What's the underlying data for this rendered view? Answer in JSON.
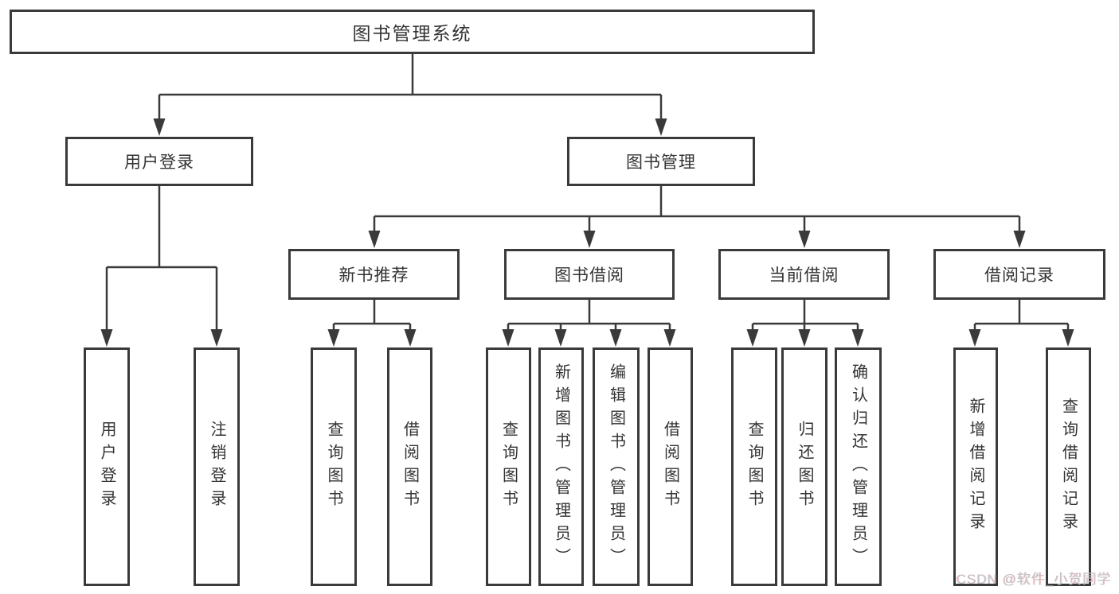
{
  "diagram": {
    "type": "hierarchy-tree",
    "root": {
      "label": "图书管理系统",
      "children": [
        {
          "label": "用户登录",
          "children": [
            {
              "label": "用户登录"
            },
            {
              "label": "注销登录"
            }
          ]
        },
        {
          "label": "图书管理",
          "children": [
            {
              "label": "新书推荐",
              "children": [
                {
                  "label": "查询图书"
                },
                {
                  "label": "借阅图书"
                }
              ]
            },
            {
              "label": "图书借阅",
              "children": [
                {
                  "label": "查询图书"
                },
                {
                  "label": "新增图书（管理员）"
                },
                {
                  "label": "编辑图书（管理员）"
                },
                {
                  "label": "借阅图书"
                }
              ]
            },
            {
              "label": "当前借阅",
              "children": [
                {
                  "label": "查询图书"
                },
                {
                  "label": "归还图书"
                },
                {
                  "label": "确认归还（管理员）"
                }
              ]
            },
            {
              "label": "借阅记录",
              "children": [
                {
                  "label": "新增借阅记录"
                },
                {
                  "label": "查询借阅记录"
                }
              ]
            }
          ]
        }
      ]
    }
  },
  "watermark": {
    "text": "CSDN @软件_小贺同学"
  },
  "colors": {
    "line": "#3a3a3a",
    "text": "#333333",
    "box_background": "#ffffff",
    "watermark": "#c2c3c9"
  }
}
